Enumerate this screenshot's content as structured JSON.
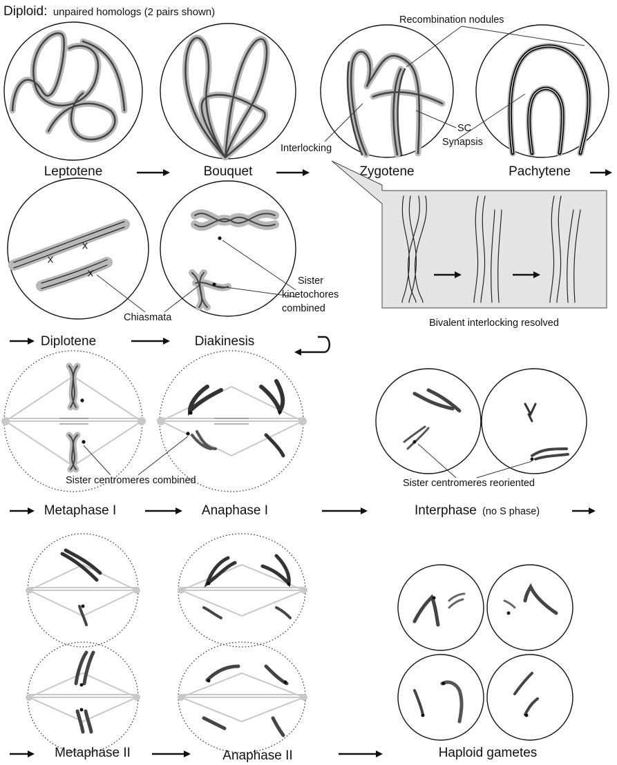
{
  "header": {
    "diploid_label": "Diploid:",
    "diploid_note": "unpaired homologs (2 pairs shown)"
  },
  "stages": {
    "leptotene": "Leptotene",
    "bouquet": "Bouquet",
    "zygotene": "Zygotene",
    "pachytene": "Pachytene",
    "diplotene": "Diplotene",
    "diakinesis": "Diakinesis",
    "metaphase1": "Metaphase I",
    "anaphase1": "Anaphase I",
    "interphase": "Interphase",
    "interphase_note": "(no S phase)",
    "metaphase2": "Metaphase II",
    "anaphase2": "Anaphase II",
    "gametes": "Haploid gametes"
  },
  "annotations": {
    "recombination_nodules": "Recombination nodules",
    "interlocking": "Interlocking",
    "sc": "SC",
    "synapsis": "Synapsis",
    "chiasmata": "Chiasmata",
    "sister_kinetochores_1": "Sister",
    "sister_kinetochores_2": "kinetochores",
    "sister_kinetochores_3": "combined",
    "bivalent_resolved": "Bivalent interlocking resolved",
    "sister_centromeres_combined": "Sister centromeres combined",
    "sister_centromeres_reoriented": "Sister centromeres reoriented"
  },
  "colors": {
    "chromosome_halo": "#b8b8b8",
    "chromosome_core": "#444444",
    "inset_background": "#e4e4e4",
    "spindle": "#c8c8c8"
  }
}
